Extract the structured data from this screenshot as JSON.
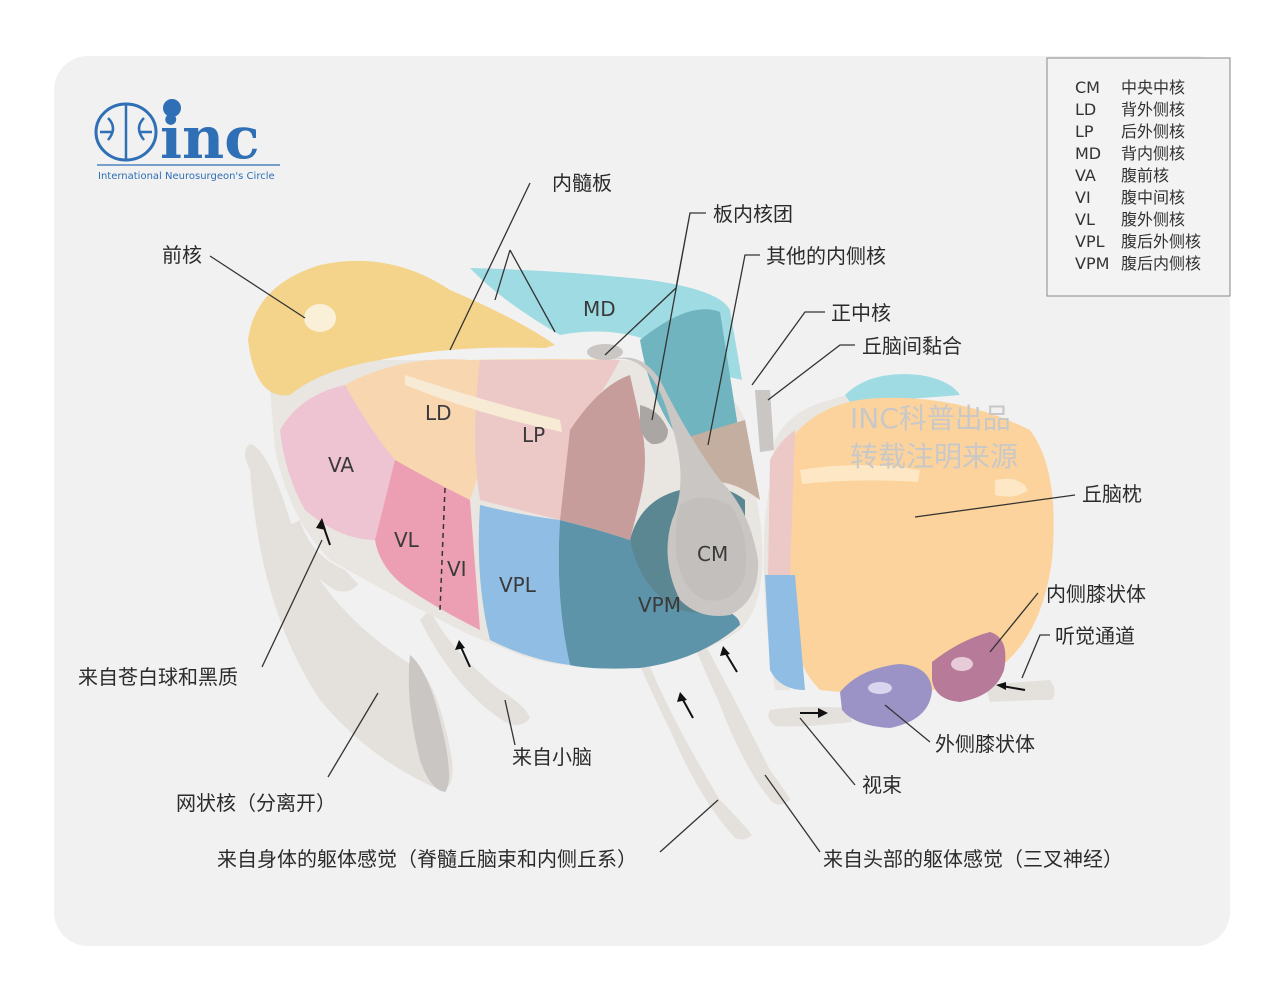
{
  "logo": {
    "text": "inc",
    "subtitle": "International  Neurosurgeon's  Circle",
    "icon": "brain-icon",
    "color": "#2e6fb5"
  },
  "watermark": {
    "line1": "INC科普出品",
    "line2": "转载注明来源"
  },
  "legend": [
    {
      "abbr": "CM",
      "name": "中央中核"
    },
    {
      "abbr": "LD",
      "name": "背外侧核"
    },
    {
      "abbr": "LP",
      "name": "后外侧核"
    },
    {
      "abbr": "MD",
      "name": "背内侧核"
    },
    {
      "abbr": "VA",
      "name": "腹前核"
    },
    {
      "abbr": "VI",
      "name": "腹中间核"
    },
    {
      "abbr": "VL",
      "name": "腹外侧核"
    },
    {
      "abbr": "VPL",
      "name": "腹后外侧核"
    },
    {
      "abbr": "VPM",
      "name": "腹后内侧核"
    }
  ],
  "region_labels": {
    "md": "MD",
    "ld": "LD",
    "lp": "LP",
    "va": "VA",
    "vl": "VL",
    "vi": "VI",
    "vpl": "VPL",
    "vpm": "VPM",
    "cm": "CM"
  },
  "callouts": {
    "internal_medullary_lamina": "内髓板",
    "intralaminar_nuclei": "板内核团",
    "anterior_nucleus": "前核",
    "other_medial_nuclei": "其他的内侧核",
    "midline_nucleus": "正中核",
    "interthalamic_adhesion": "丘脑间黏合",
    "pulvinar": "丘脑枕",
    "medial_geniculate_body": "内侧膝状体",
    "auditory_pathway": "听觉通道",
    "lateral_geniculate_body": "外侧膝状体",
    "optic_tract": "视束",
    "from_globus_pallidus": "来自苍白球和黑质",
    "from_cerebellum": "来自小脑",
    "reticular_nucleus": "网状核（分离开）",
    "from_body_somatosensory": "来自身体的躯体感觉（脊髓丘脑束和内侧丘系）",
    "from_head_somatosensory": "来自头部的躯体感觉（三叉神经）"
  },
  "colors": {
    "anterior": "#f4d38a",
    "md": "#9fdbe3",
    "ld": "#f7d6b0",
    "lp": "#ecc9c6",
    "va": "#eec3d2",
    "vl": "#ec9fb2",
    "vpl": "#8fbde4",
    "vpm": "#5e94aa",
    "cm_region": "#6d95a0",
    "pulvinar": "#fcd39c",
    "lgb": "#9b93c6",
    "mgb": "#b77a98"
  }
}
